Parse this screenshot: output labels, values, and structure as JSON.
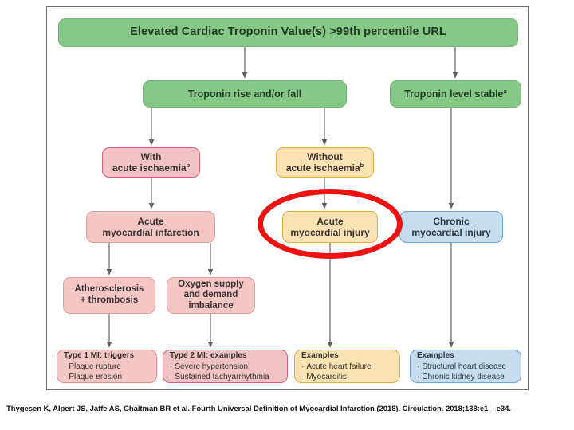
{
  "figure": {
    "title": "Elevated Cardiac Troponin Value(s) >99th percentile URL",
    "nodes": {
      "rise_fall": "Troponin rise and/or fall",
      "stable": "Troponin level stable",
      "stable_sup": "a",
      "with_ischaemia_l1": "With",
      "with_ischaemia_l2": "acute ischaemia",
      "with_ischaemia_sup": "b",
      "without_ischaemia_l1": "Without",
      "without_ischaemia_l2": "acute ischaemia",
      "without_ischaemia_sup": "b",
      "acute_mi_l1": "Acute",
      "acute_mi_l2": "myocardial infarction",
      "acute_injury_l1": "Acute",
      "acute_injury_l2": "myocardial injury",
      "chronic_injury_l1": "Chronic",
      "chronic_injury_l2": "myocardial injury",
      "atherosclerosis_l1": "Atherosclerosis",
      "atherosclerosis_l2": "+ thrombosis",
      "oxygen_l1": "Oxygen supply",
      "oxygen_l2": "and demand",
      "oxygen_l3": "imbalance"
    },
    "lists": {
      "type1": {
        "title": "Type 1 MI: triggers",
        "items": [
          "Plaque rupture",
          "Plaque erosion"
        ]
      },
      "type2": {
        "title": "Type 2 MI: examples",
        "items": [
          "Severe hypertension",
          "Sustained tachyarrhythmia"
        ]
      },
      "examples_acute": {
        "title": "Examples",
        "items": [
          "Acute heart failure",
          "Myocarditis"
        ]
      },
      "examples_chronic": {
        "title": "Examples",
        "items": [
          "Structural heart disease",
          "Chronic kidney disease"
        ]
      }
    },
    "colors": {
      "green": "#86c888",
      "pink": "#f2c3c4",
      "pink_soft": "#f5c7c4",
      "yellow": "#fbe2b2",
      "blue": "#c6dcef",
      "highlight_red": "#ee1111",
      "connector": "#6e6e6e"
    }
  },
  "citation": "Thygesen K, Alpert JS, Jaffe AS, Chaitman BR et al.  Fourth Universal Definition of Myocardial Infarction (2018).  Circulation. 2018;138:e1 – e34."
}
